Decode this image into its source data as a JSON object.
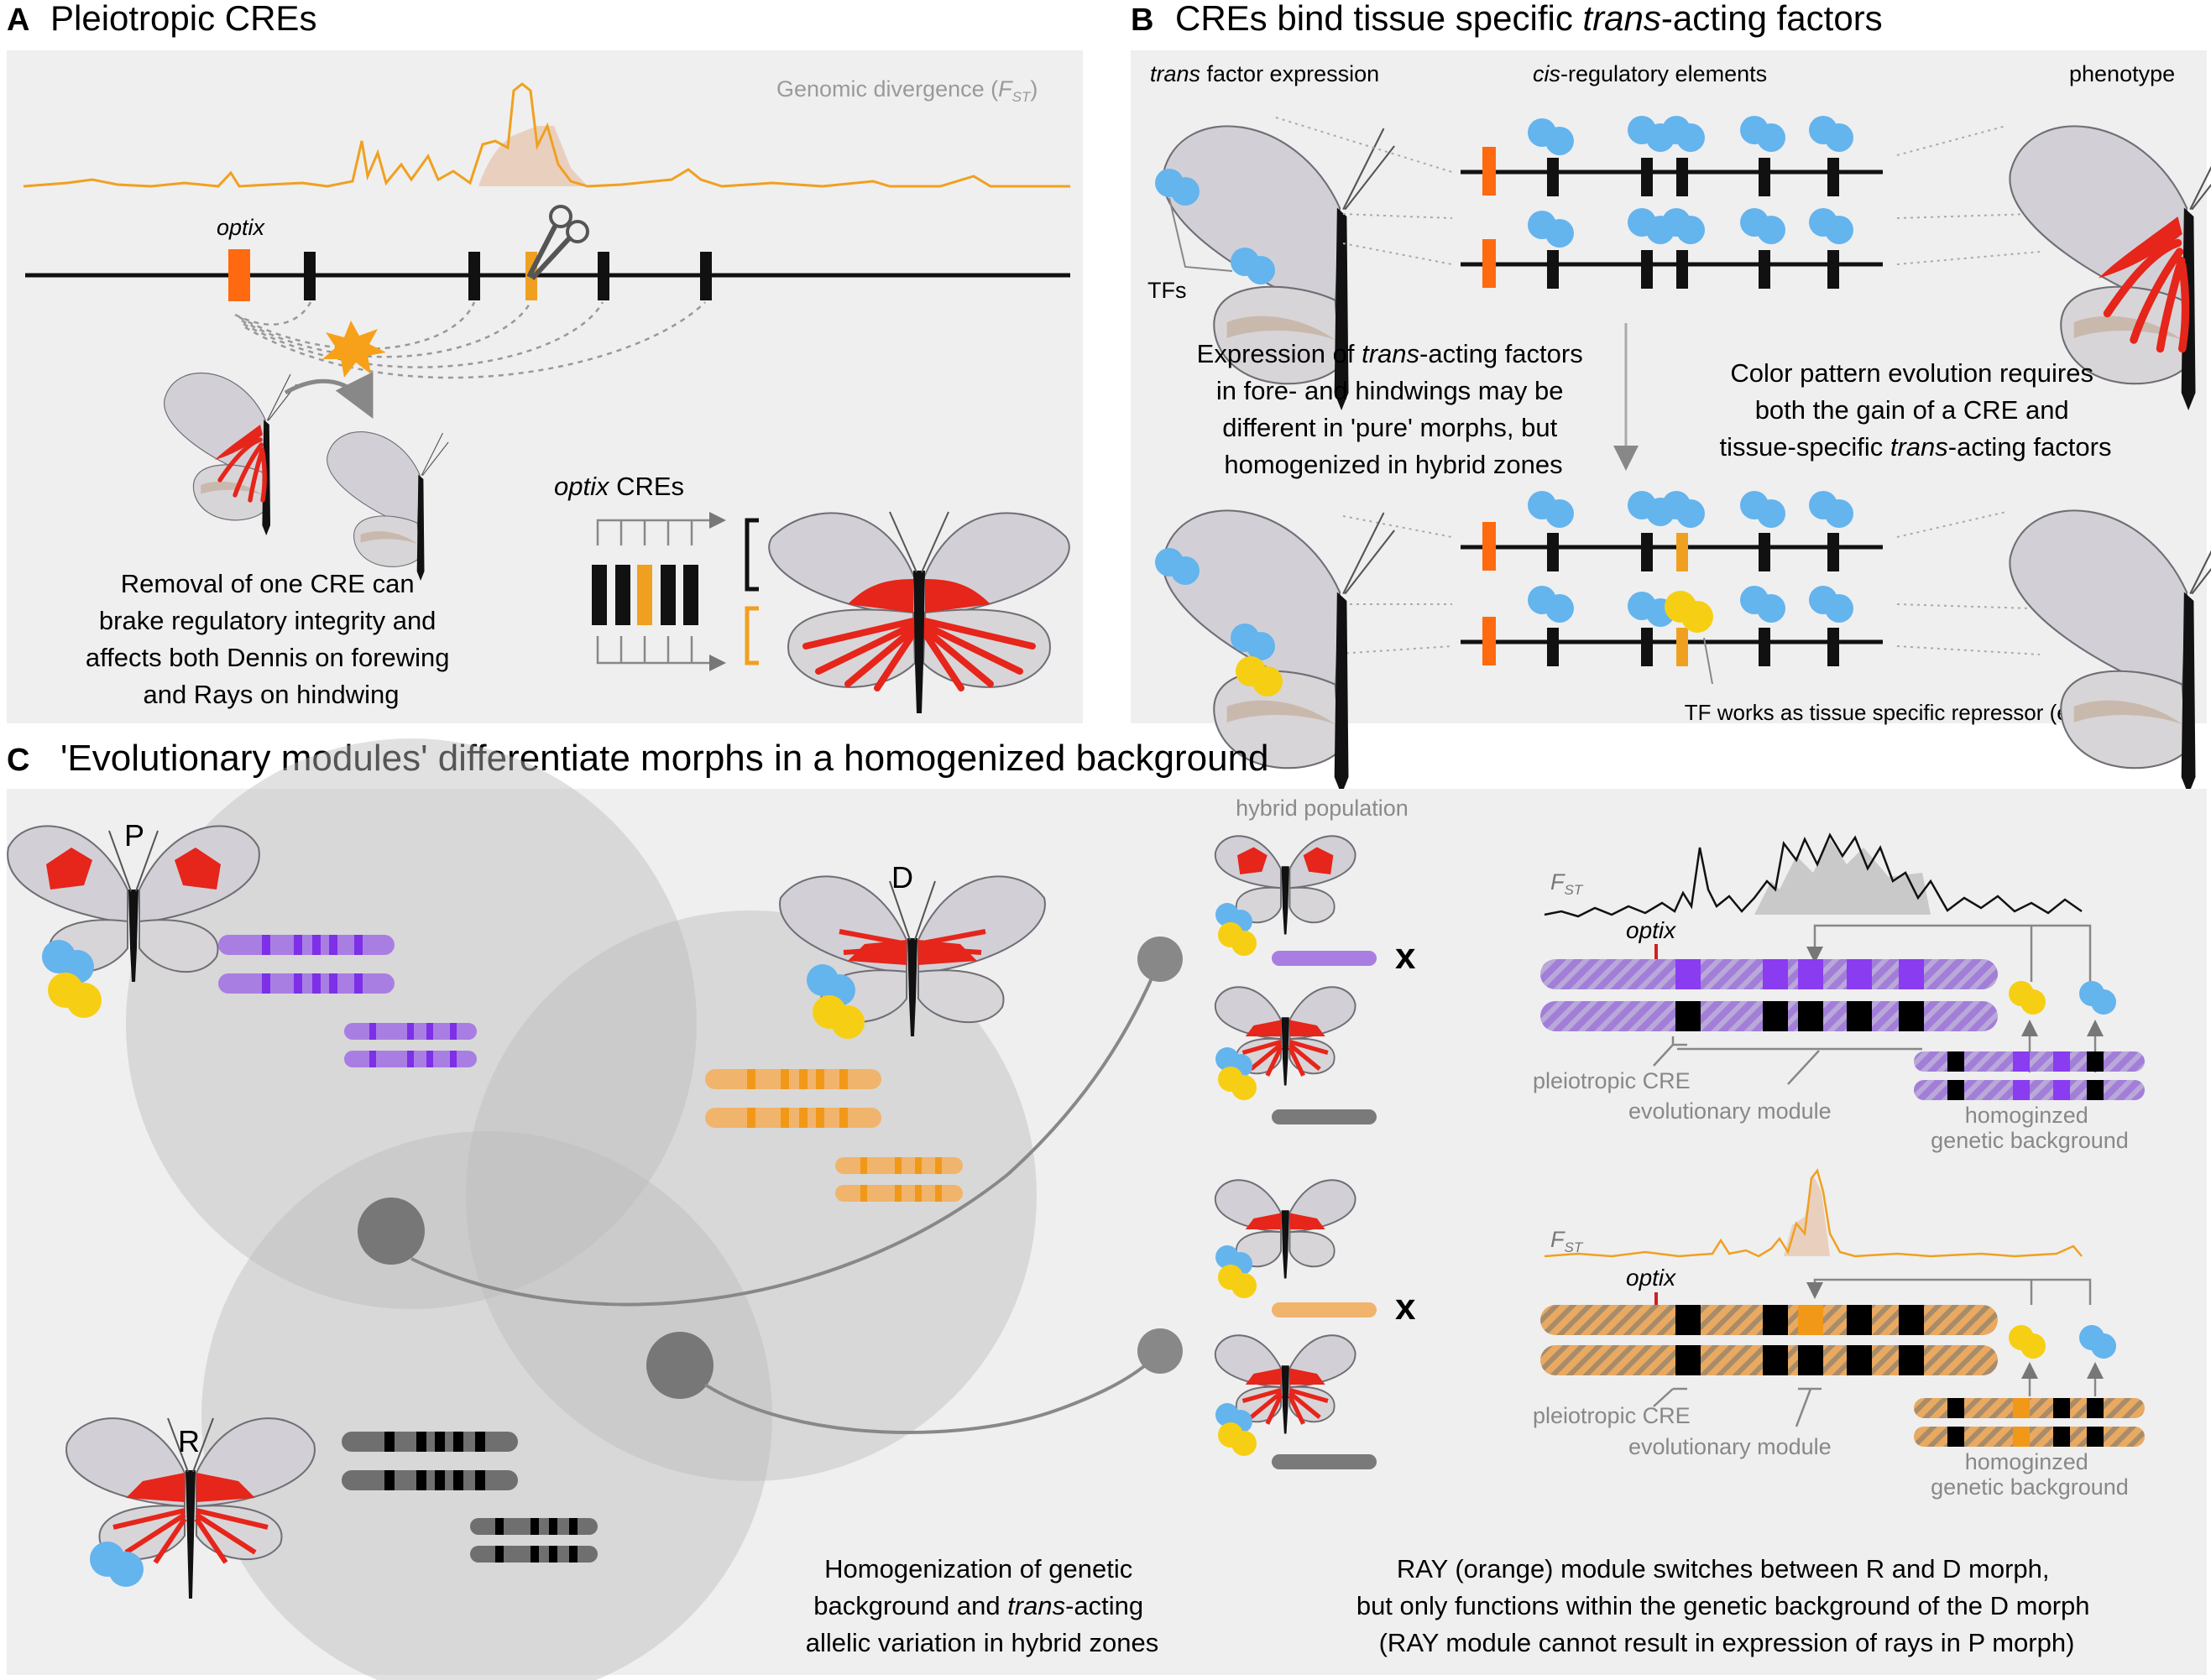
{
  "panel_a": {
    "letter": "A",
    "title": "Pleiotropic CREs",
    "fst_label_prefix": "Genomic divergence (",
    "fst_label_var": "F",
    "fst_label_sub": "ST",
    "fst_label_suffix": ")",
    "gene_label": "optix",
    "caption_lines": [
      "Removal of one CRE can",
      "brake regulatory integrity and",
      "affects both Dennis on forewing",
      "and Rays on hindwing"
    ],
    "cres_label_italic": "optix",
    "cres_label_rest": " CREs"
  },
  "panel_b": {
    "letter": "B",
    "title_prefix": "CREs bind tissue specific ",
    "title_italic": "trans",
    "title_suffix": "-acting factors",
    "col_trans_italic": "trans",
    "col_trans_rest": " factor expression",
    "col_cis_italic": "cis",
    "col_cis_rest": "-regulatory elements",
    "col_pheno": "phenotype",
    "tfs_label": "TFs",
    "mid_left_lines": [
      [
        "Expression of ",
        "trans",
        "-acting factors"
      ],
      [
        "in fore- and hindwings may be",
        "",
        ""
      ],
      [
        "different in 'pure' morphs, but",
        "",
        ""
      ],
      [
        "homogenized in hybrid zones",
        "",
        ""
      ]
    ],
    "mid_right_lines": [
      [
        "Color pattern evolution requires",
        "",
        ""
      ],
      [
        "both the gain of a CRE and",
        "",
        ""
      ],
      [
        "tissue-specific ",
        "trans",
        "-acting factors"
      ]
    ],
    "repressor_note": "TF works as tissue specific repressor (example)"
  },
  "panel_c": {
    "letter": "C",
    "title": "'Evolutionary modules' differentiate morphs in a homogenized background",
    "morph_p": "P",
    "morph_d": "D",
    "morph_r": "R",
    "hybrid_population": "hybrid population",
    "cross_symbol": "x",
    "fst_var": "F",
    "fst_sub": "ST",
    "optix": "optix",
    "pleiotropic_cre": "pleiotropic CRE",
    "evolutionary_module": "evolutionary module",
    "homog_top_lines": [
      "homoginzed",
      "genetic background"
    ],
    "homog_bottom_lines": [
      "homoginzed",
      "genetic background"
    ],
    "bottom_mid_lines": [
      [
        "Homogenization of genetic",
        "",
        ""
      ],
      [
        "background and ",
        "trans",
        "-acting"
      ],
      [
        "allelic variation in hybrid zones",
        "",
        ""
      ]
    ],
    "bottom_right_lines": [
      "RAY (orange) module switches between R and D morph,",
      "but only functions within the genetic background of the D morph",
      "(RAY module cannot result in expression of rays in P morph)"
    ]
  },
  "colors": {
    "panel_bg": "#efefef",
    "cre_orange": "#ff6a10",
    "ray_orange": "#f7a11a",
    "tf_blue": "#64b4ee",
    "tf_yellow": "#f6cf14",
    "purple": "#a97ee2",
    "purple_dark": "#8a3cf0",
    "red_pattern": "#e6251b",
    "chrom_gray": "#7a7a7a",
    "circle_gray": "#cfcfcf"
  }
}
